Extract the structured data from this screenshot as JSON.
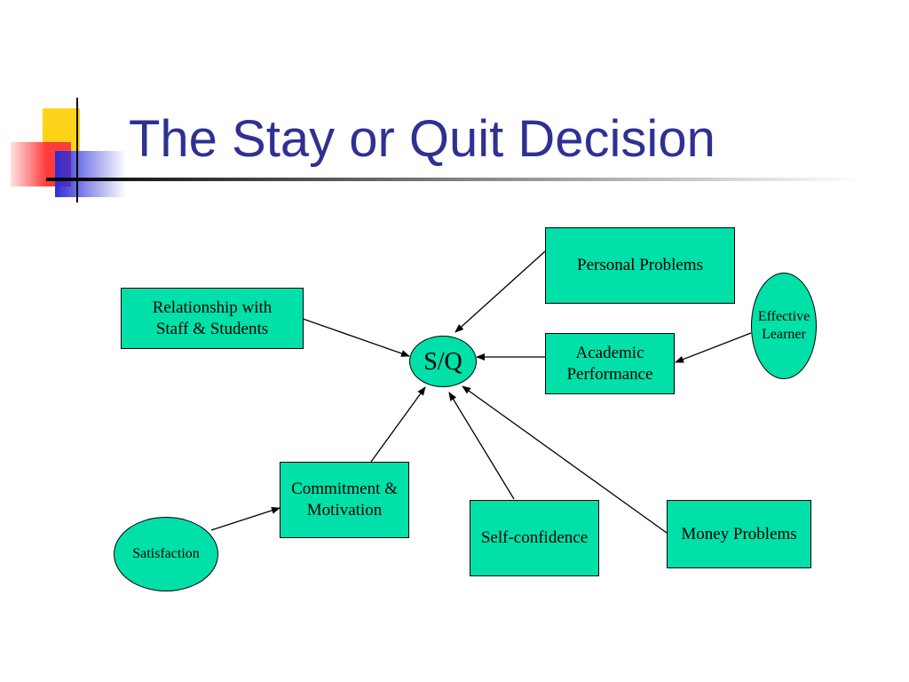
{
  "title": "The Stay or Quit Decision",
  "colors": {
    "title": "#2e3192",
    "node_fill": "#00e0a8",
    "node_border": "#000000",
    "arrow": "#000000",
    "deco_yellow": "#ffd21a",
    "deco_red": "#ff3b3b",
    "deco_blue": "#2b2ed6"
  },
  "diagram": {
    "center": "S/Q",
    "nodes": {
      "personal_problems": "Personal Problems",
      "relationship": "Relationship with\nStaff & Students",
      "academic": "Academic\nPerformance",
      "effective_learner": "Effective\nLearner",
      "commitment": "Commitment &\nMotivation",
      "satisfaction": "Satisfaction",
      "self_confidence": "Self-confidence",
      "money_problems": "Money Problems"
    },
    "edges": [
      {
        "from": "Personal Problems",
        "to": "S/Q"
      },
      {
        "from": "Relationship with Staff & Students",
        "to": "S/Q"
      },
      {
        "from": "Academic Performance",
        "to": "S/Q"
      },
      {
        "from": "Effective Learner",
        "to": "Academic Performance"
      },
      {
        "from": "Commitment & Motivation",
        "to": "S/Q"
      },
      {
        "from": "Satisfaction",
        "to": "Commitment & Motivation"
      },
      {
        "from": "Self-confidence",
        "to": "S/Q"
      },
      {
        "from": "Money Problems",
        "to": "S/Q"
      }
    ]
  }
}
